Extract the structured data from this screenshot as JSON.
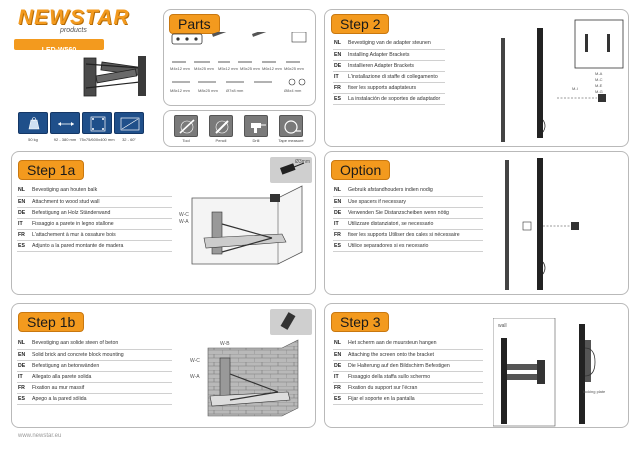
{
  "brand": {
    "name": "NEWSTAR",
    "tagline": "products",
    "model": "LED-W560",
    "website": "www.newstar.eu"
  },
  "specs": [
    {
      "icon": "weight-icon",
      "label": "50 kg"
    },
    {
      "icon": "arm-length-icon",
      "label": "92 - 380 mm"
    },
    {
      "icon": "vesa-icon",
      "label": "75x75/600x400 mm"
    },
    {
      "icon": "screen-size-icon",
      "label": "32 - 60\""
    }
  ],
  "parts": {
    "title": "Parts",
    "item_labels": [
      "M4x12 mm",
      "M4x25 mm",
      "M5x12 mm",
      "M5x25 mm",
      "M6x12 mm",
      "M6x25 mm",
      "M8x12 mm",
      "M8x25 mm",
      "Ø7x8 mm",
      "Ø8x4 mm"
    ]
  },
  "tools": [
    {
      "icon": "screwdriver-icon",
      "label": "Tool"
    },
    {
      "icon": "pencil-icon",
      "label": "Pencil"
    },
    {
      "icon": "drill-icon",
      "label": "Drill"
    },
    {
      "icon": "tape-measure-icon",
      "label": "Tape measure"
    }
  ],
  "step2": {
    "title": "Step 2",
    "rows": [
      {
        "code": "NL",
        "text": "Bevestiging van de adapter steunen"
      },
      {
        "code": "EN",
        "text": "Installing Adapter Brackets"
      },
      {
        "code": "DE",
        "text": "Installieren Adapter Brackets"
      },
      {
        "code": "IT",
        "text": "L'installazione di staffe di collegamento"
      },
      {
        "code": "FR",
        "text": "fixer les supports adaptateurs"
      },
      {
        "code": "ES",
        "text": "La instalación de soportes de adaptador"
      }
    ],
    "labels": [
      "M-A",
      "M-C",
      "M-E",
      "M-G",
      "M-I"
    ]
  },
  "step1a": {
    "title": "Step 1a",
    "drill": "Ø3mm",
    "rows": [
      {
        "code": "NL",
        "text": "Bevestiging aan houten balk"
      },
      {
        "code": "EN",
        "text": "Attachment to wood stud wall"
      },
      {
        "code": "DE",
        "text": "Befestigung an Holz Ständerwand"
      },
      {
        "code": "IT",
        "text": "Fissaggio a parete in legno stallone"
      },
      {
        "code": "FR",
        "text": "L'attachement à mur à ossature bois"
      },
      {
        "code": "ES",
        "text": "Adjunto a la pared montante de madera"
      }
    ],
    "labels": [
      "W-C",
      "W-A"
    ]
  },
  "option": {
    "title": "Option",
    "rows": [
      {
        "code": "NL",
        "text": "Gebruik afstandhouders indien nodig"
      },
      {
        "code": "EN",
        "text": "Use spacers if necessary"
      },
      {
        "code": "DE",
        "text": "Verwenden Sie Distanzscheiben wenn nötig"
      },
      {
        "code": "IT",
        "text": "Utilizzare distanziatori, se necessario"
      },
      {
        "code": "FR",
        "text": "fixer les supports Utiliser des cales si nécessaire"
      },
      {
        "code": "ES",
        "text": "Utilice separadores si es necesario"
      }
    ]
  },
  "step1b": {
    "title": "Step 1b",
    "rows": [
      {
        "code": "NL",
        "text": "Bevestiging aan solide steen of beton"
      },
      {
        "code": "EN",
        "text": "Solid brick and concrete block mounting"
      },
      {
        "code": "DE",
        "text": "Befestigung an betonwänden"
      },
      {
        "code": "IT",
        "text": "Allegato alla parete solida"
      },
      {
        "code": "FR",
        "text": "Fixation au mur massif"
      },
      {
        "code": "ES",
        "text": "Apego a la pared sólida"
      }
    ],
    "labels": [
      "W-B",
      "W-C",
      "W-A"
    ]
  },
  "step3": {
    "title": "Step 3",
    "rows": [
      {
        "code": "NL",
        "text": "Het scherm aan de muursteun hangen"
      },
      {
        "code": "EN",
        "text": "Attaching the screen onto the bracket"
      },
      {
        "code": "DE",
        "text": "Die Halterung auf den Bildschirm Befestigen"
      },
      {
        "code": "IT",
        "text": "Fissaggio della staffa sullo schermo"
      },
      {
        "code": "FR",
        "text": "Fixation du support sur l'écran"
      },
      {
        "code": "ES",
        "text": "Fijar el soporte en la pantalla"
      }
    ],
    "wall": "wall",
    "locking": "locking plate"
  }
}
